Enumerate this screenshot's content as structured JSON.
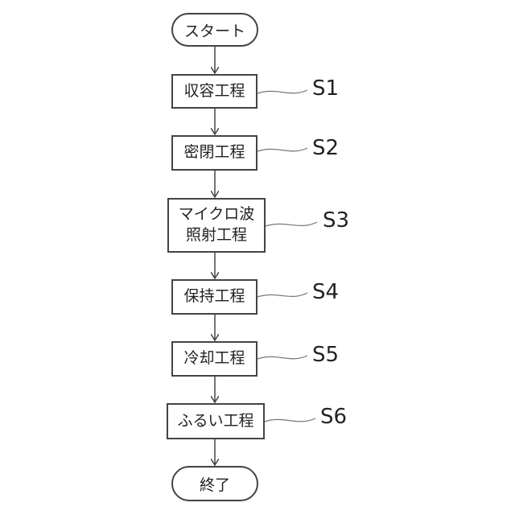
{
  "start_label": "スタート",
  "end_label": "終了",
  "steps": [
    {
      "label": "収容工程",
      "ref": "S1"
    },
    {
      "label": "密閉工程",
      "ref": "S2"
    },
    {
      "label": "マイクロ波\n照射工程",
      "ref": "S3"
    },
    {
      "label": "保持工程",
      "ref": "S4"
    },
    {
      "label": "冷却工程",
      "ref": "S5"
    },
    {
      "label": "ふるい工程",
      "ref": "S6"
    }
  ]
}
